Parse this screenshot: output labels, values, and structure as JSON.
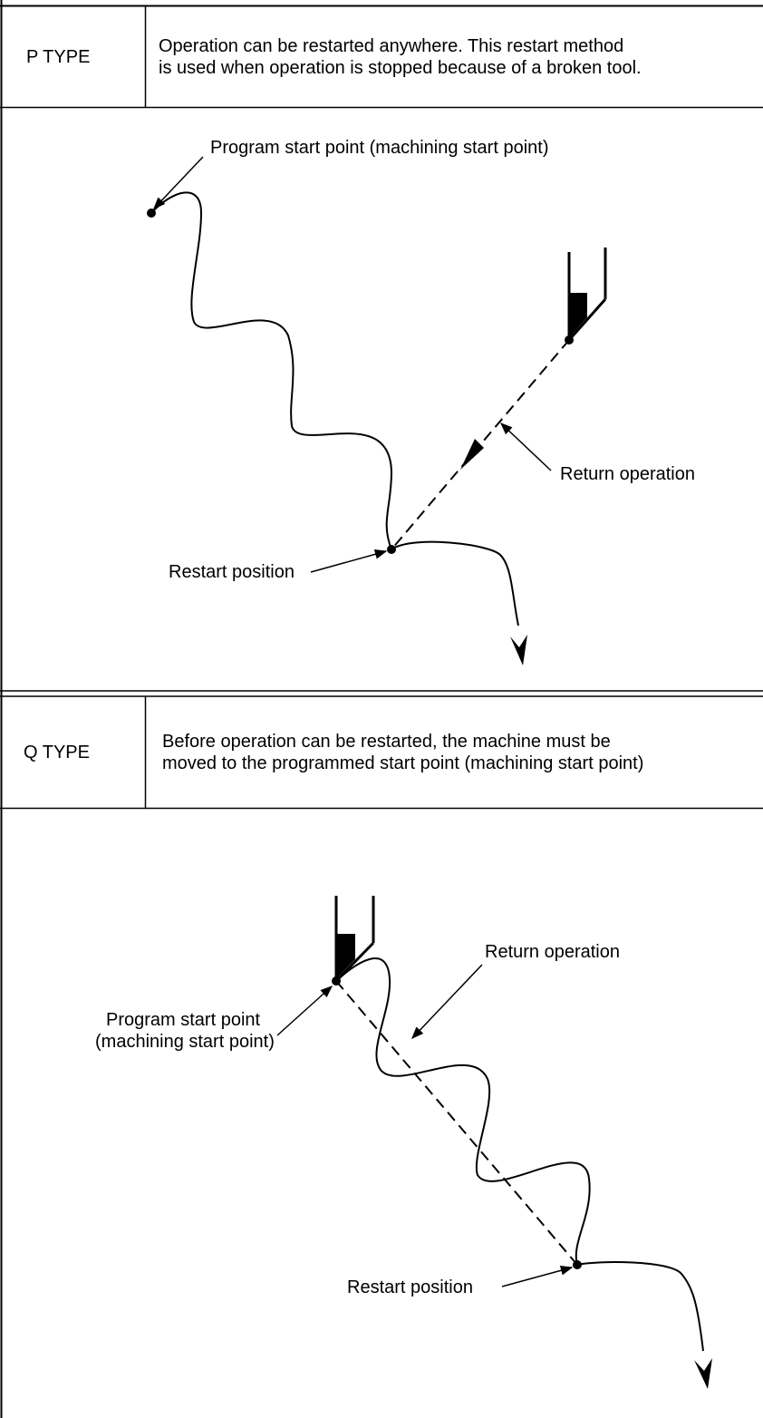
{
  "p_type": {
    "type_label": "P TYPE",
    "description_line1": "Operation can be restarted anywhere.  This restart method",
    "description_line2": "is used when operation is stopped because of a broken tool.",
    "diagram": {
      "program_start_label": "Program start point (machining start point)",
      "return_operation_label": "Return operation",
      "restart_position_label": "Restart position"
    }
  },
  "q_type": {
    "type_label": "Q TYPE",
    "description_line1": "Before operation can be restarted, the machine must be",
    "description_line2": "moved to the programmed start point (machining start point)",
    "diagram": {
      "program_start_label_line1": "Program start point",
      "program_start_label_line2": "(machining start point)",
      "return_operation_label": "Return operation",
      "restart_position_label": "Restart position"
    }
  },
  "colors": {
    "line": "#000000",
    "background": "#ffffff"
  }
}
